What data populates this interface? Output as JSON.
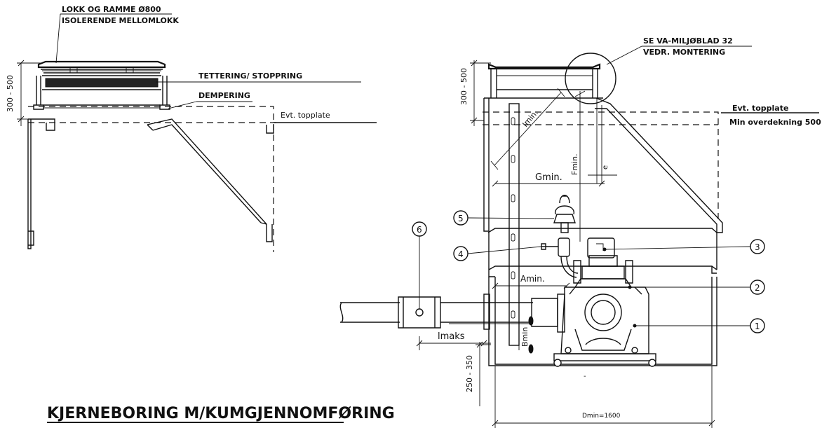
{
  "title": "KJERNEBORING M/KUMGJENNOMFØRING",
  "left_view": {
    "label_cover": "LOKK OG RAMME Ø800",
    "label_insulating": "ISOLERENDE MELLOMLOKK",
    "label_sealing": "TETTERING/ STOPPRING",
    "label_damping": "DEMPERING",
    "label_topplate": "Evt. topplate",
    "dim_height": "300 - 500"
  },
  "right_view": {
    "label_ref_line1": "SE VA-MILJØBLAD 32",
    "label_ref_line2": "VEDR. MONTERING",
    "label_topplate": "Evt. topplate",
    "label_cover_min": "Min overdekning 500",
    "dim_height_top": "300 - 500",
    "dim_height_bottom": "250 - 350",
    "dim_imin": "Imin.",
    "dim_fmin": "Fmin.",
    "dim_gmin": "Gmin.",
    "dim_e": "e",
    "dim_amin": "Amin.",
    "dim_bmin": "Bmin",
    "dim_imaks": "lmaks",
    "dim_dmin": "Dmin=1600",
    "dash_mark": "-"
  },
  "callouts": [
    "1",
    "2",
    "3",
    "4",
    "5",
    "6"
  ]
}
